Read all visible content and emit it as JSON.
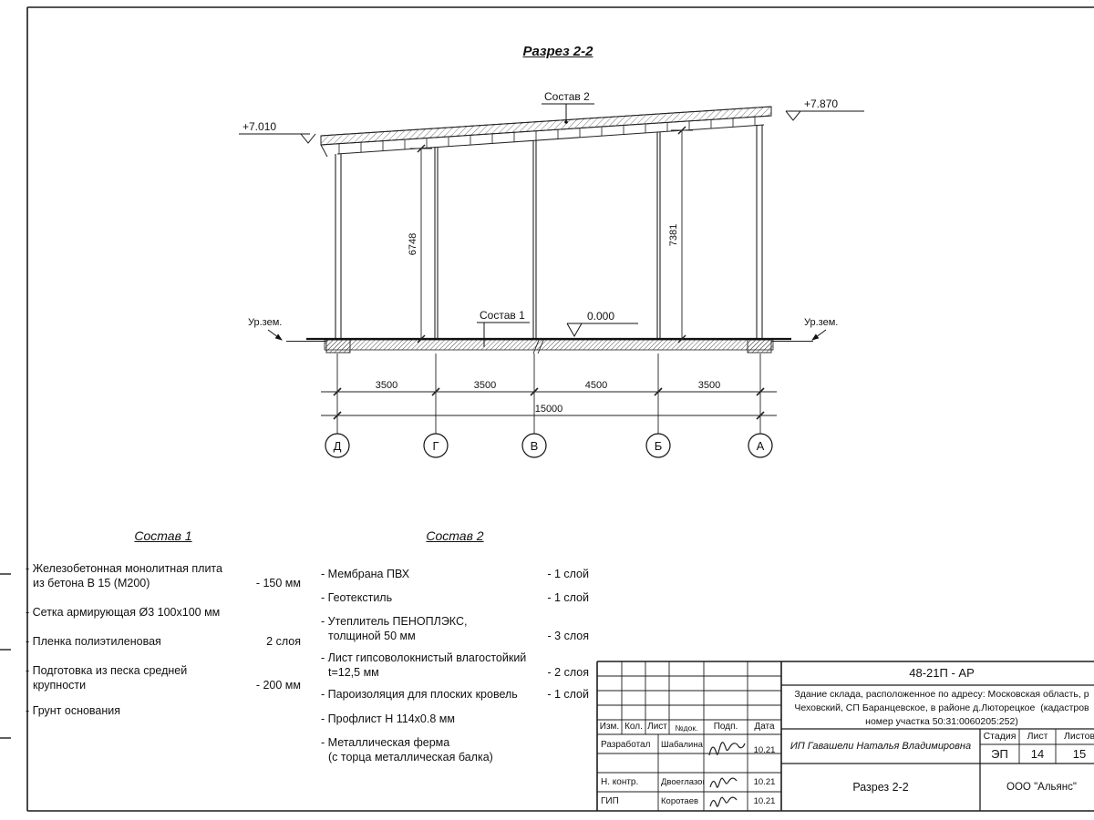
{
  "page": {
    "sheet_title": "Разрез 2-2"
  },
  "section": {
    "elev_left": "+7.010",
    "elev_right": "+7.870",
    "elev_zero": "0.000",
    "ground_left": "Ур.зем.",
    "ground_right": "Ур.зем.",
    "callout_roof": "Состав 2",
    "callout_floor": "Состав 1",
    "dim_left_height": "6748",
    "dim_right_height": "7381",
    "dims": [
      "3500",
      "3500",
      "4500",
      "3500"
    ],
    "dim_total": "15000",
    "grid": [
      "Д",
      "Г",
      "В",
      "Б",
      "А"
    ]
  },
  "comp1": {
    "heading": "Состав 1",
    "items": [
      {
        "text": "- Железобетонная  монолитная плита\nиз бетона В 15 (М200)",
        "value": "- 150 мм"
      },
      {
        "text": "- Сетка армирующая Ø3 100х100 мм",
        "value": ""
      },
      {
        "text": "- Пленка полиэтиленовая",
        "value": "2 слоя"
      },
      {
        "text": "- Подготовка из песка средней\nкрупности",
        "value": "- 200 мм"
      },
      {
        "text": "- Грунт основания",
        "value": ""
      }
    ]
  },
  "comp2": {
    "heading": "Состав 2",
    "items": [
      {
        "text": "- Мембрана ПВХ",
        "value": "- 1 слой"
      },
      {
        "text": "- Геотекстиль",
        "value": "- 1 слой"
      },
      {
        "text": "- Утеплитель ПЕНОПЛЭКС,\nтолщиной 50 мм",
        "value": "- 3 слоя"
      },
      {
        "text": "- Лист гипсоволокнистый влагостойкий\nt=12,5 мм",
        "value": "- 2 слоя"
      },
      {
        "text": "- Пароизоляция для плоских кровель",
        "value": "- 1 слой"
      },
      {
        "text": "- Профлист Н 114х0.8 мм",
        "value": ""
      },
      {
        "text": "- Металлическая ферма\n(с торца металлическая балка)",
        "value": ""
      }
    ]
  },
  "titleblock": {
    "doc_code": "48-21П - АР",
    "project": "Здание склада, расположенное по адресу: Московская область, р\nЧеховский, СП Баранцевское, в районе д.Люторецкое  (кадастров\nномер участка 50:31:0060205:252)",
    "col_izm": "Изм.",
    "col_kol": "Кол.",
    "col_list": "Лист",
    "col_ndok": "№док.",
    "col_podp": "Подп.",
    "col_data": "Дата",
    "rows": [
      {
        "role": "Разработал",
        "name": "Шабалина",
        "date": "10.21"
      },
      {
        "role": "Н. контр.",
        "name": "Двоеглазов",
        "date": "10.21"
      },
      {
        "role": "ГИП",
        "name": "Коротаев",
        "date": "10.21"
      }
    ],
    "client": "ИП Гавашели Наталья Владимировна",
    "stage_label": "Стадия",
    "sheet_label": "Лист",
    "sheets_label": "Листов",
    "stage": "ЭП",
    "sheet_num": "14",
    "sheets_total": "15",
    "drawing_name": "Разрез 2-2",
    "company": "ООО \"Альянс\""
  }
}
